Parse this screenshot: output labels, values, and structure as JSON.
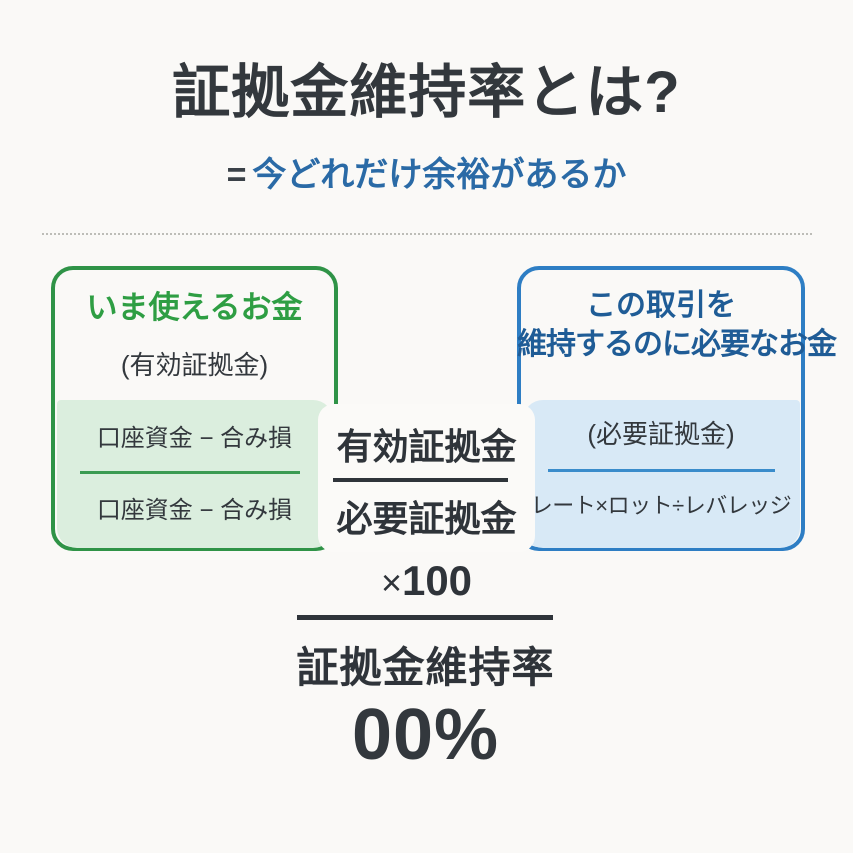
{
  "header": {
    "title": "証拠金維持率とは?",
    "subtitle_equals": "=",
    "subtitle_text": "今どれだけ余裕があるか"
  },
  "colors": {
    "background": "#faf9f7",
    "title_text": "#33383d",
    "subtitle_text": "#2a6aa6",
    "green_border": "#2f9347",
    "green_heading": "#2e9e43",
    "green_fill": "#dbeede",
    "blue_border": "#2e7ec4",
    "blue_heading": "#1f5c96",
    "blue_fill": "#d8e9f6"
  },
  "left_box": {
    "heading": "いま使えるお金",
    "subheading": "(有効証拠金)",
    "formula_line_1": "口座資金 − 合み損",
    "formula_line_2": "口座資金 − 合み損"
  },
  "right_box": {
    "heading_line_1": "この取引を",
    "heading_line_2": "維持するのに必要なお金",
    "subheading": "(必要証拠金)",
    "formula_line_1": "レート×ロット÷レバレッジ"
  },
  "center_formula": {
    "numerator": "有効証拠金",
    "denominator": "必要証拠金",
    "multiplier_symbol": "×",
    "multiplier_value": "100"
  },
  "result": {
    "label": "証拠金維持率",
    "value": "00%"
  }
}
